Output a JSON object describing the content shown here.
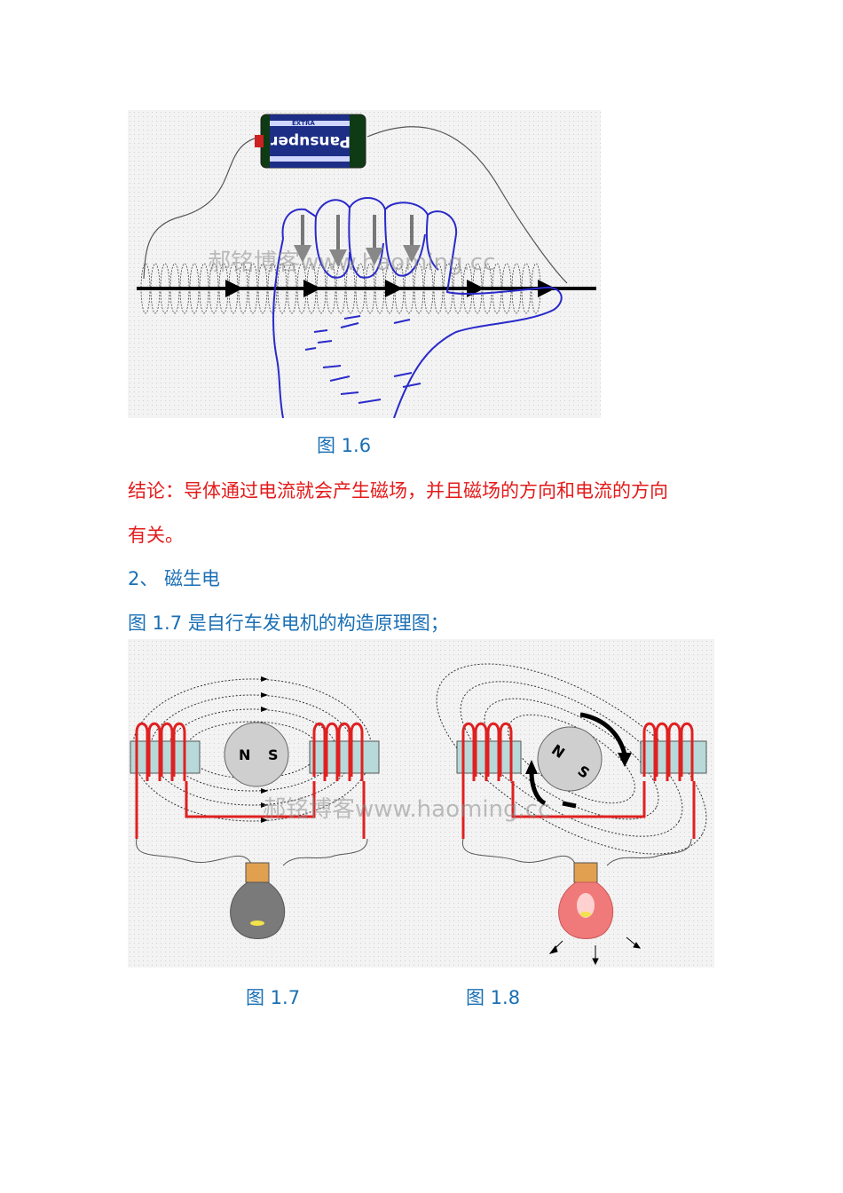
{
  "figure_1_6": {
    "caption": "图 1.6",
    "battery_label": "Pansuper",
    "battery_band": "EXTRA",
    "watermark": "郝铭博客www.haoming.cc"
  },
  "conclusion": {
    "line1": "结论：导体通过电流就会产生磁场，并且磁场的方向和电流的方向",
    "line2": "有关。"
  },
  "section_heading": "2、 磁生电",
  "intro_text": "图 1.7 是自行车发电机的构造原理图；",
  "figure_1_7_1_8": {
    "magnet_n": "N",
    "magnet_s": "S",
    "watermark": "郝铭博客www.haoming.cc",
    "caption_left": "图 1.7",
    "caption_right": "图 1.8"
  },
  "colors": {
    "text_blue": "#1a6fb4",
    "text_red": "#e31b1b",
    "coil_red": "#e02020",
    "hand_blue": "#2a2acb"
  }
}
